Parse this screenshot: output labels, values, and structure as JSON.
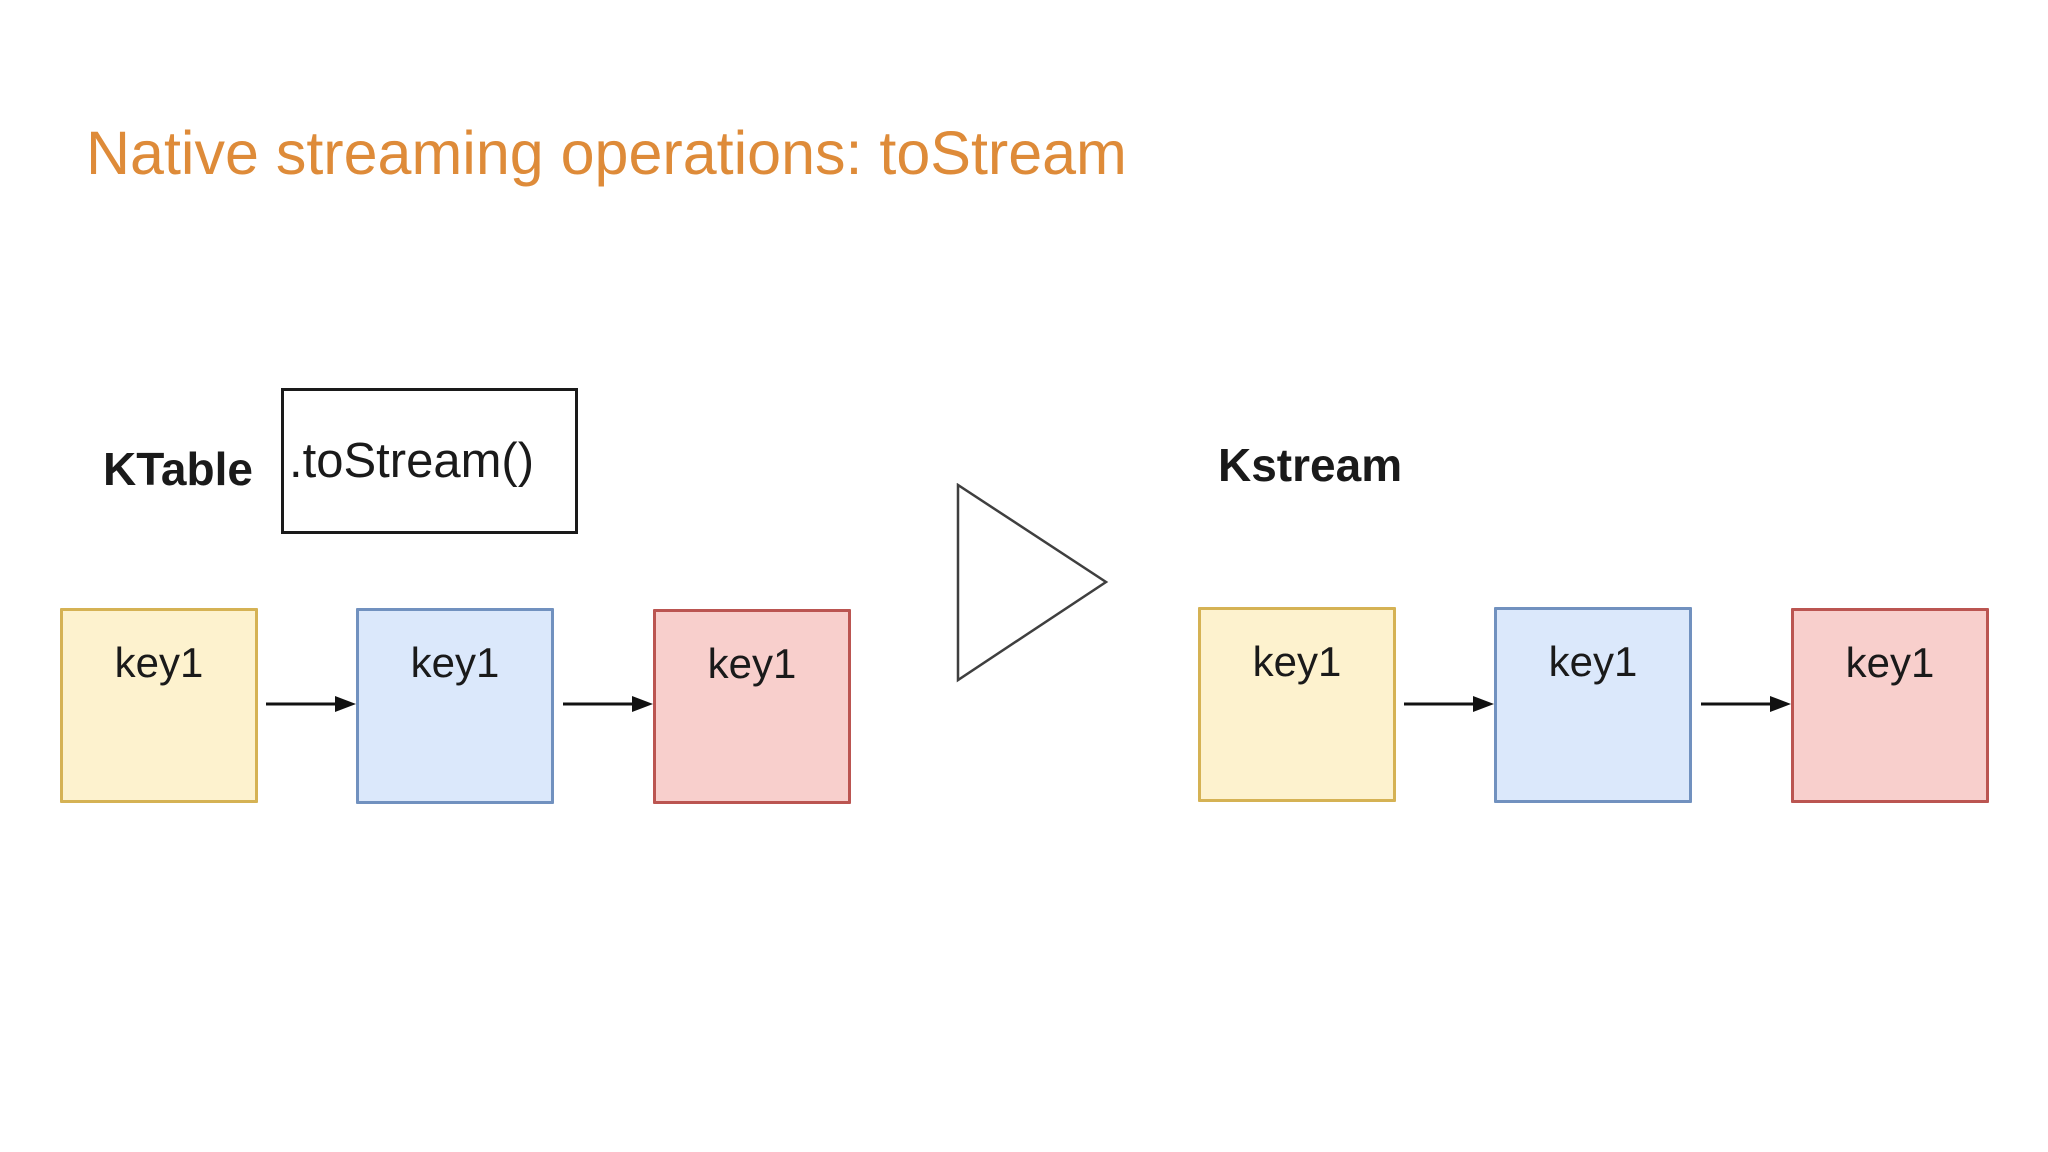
{
  "slide": {
    "title": "Native streaming operations: toStream"
  },
  "colors": {
    "title": "#DE8B39",
    "text": "#1A1A1A",
    "operation_box_border": "#1A1A1A",
    "triangle_border": "#3F3F3F",
    "arrow": "#111111",
    "yellow_fill": "#FDF2CE",
    "yellow_border": "#D5B254",
    "blue_fill": "#DBE8FB",
    "blue_border": "#7191BF",
    "red_fill": "#F8CFCC",
    "red_border": "#BB5551"
  },
  "ktable": {
    "label": "KTable",
    "operation": ".toStream()"
  },
  "kstream": {
    "label": "Kstream"
  },
  "groups": {
    "left": {
      "boxes": [
        {
          "label": "key1",
          "color": "yellow"
        },
        {
          "label": "key1",
          "color": "blue"
        },
        {
          "label": "key1",
          "color": "red"
        }
      ]
    },
    "right": {
      "boxes": [
        {
          "label": "key1",
          "color": "yellow"
        },
        {
          "label": "key1",
          "color": "blue"
        },
        {
          "label": "key1",
          "color": "red"
        }
      ]
    }
  }
}
